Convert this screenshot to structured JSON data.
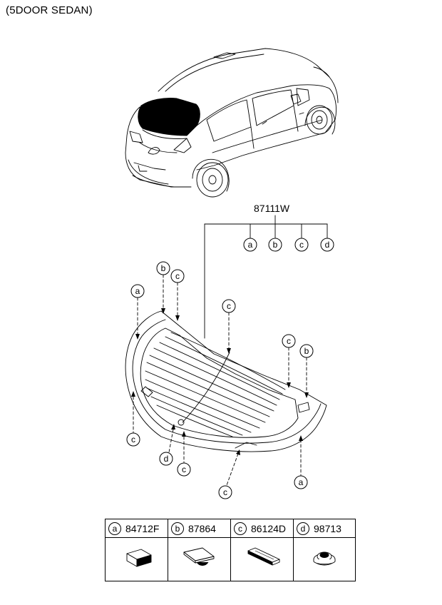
{
  "title": "(5DOOR SEDAN)",
  "main_part_number": "87111W",
  "callouts": {
    "a": "a",
    "b": "b",
    "c": "c",
    "d": "d"
  },
  "parts": [
    {
      "letter": "a",
      "number": "84712F",
      "icon": "rectangular-block-icon"
    },
    {
      "letter": "b",
      "number": "87864",
      "icon": "adhesive-pad-icon"
    },
    {
      "letter": "c",
      "number": "86124D",
      "icon": "spacer-strip-icon"
    },
    {
      "letter": "d",
      "number": "98713",
      "icon": "round-grommet-icon"
    }
  ]
}
